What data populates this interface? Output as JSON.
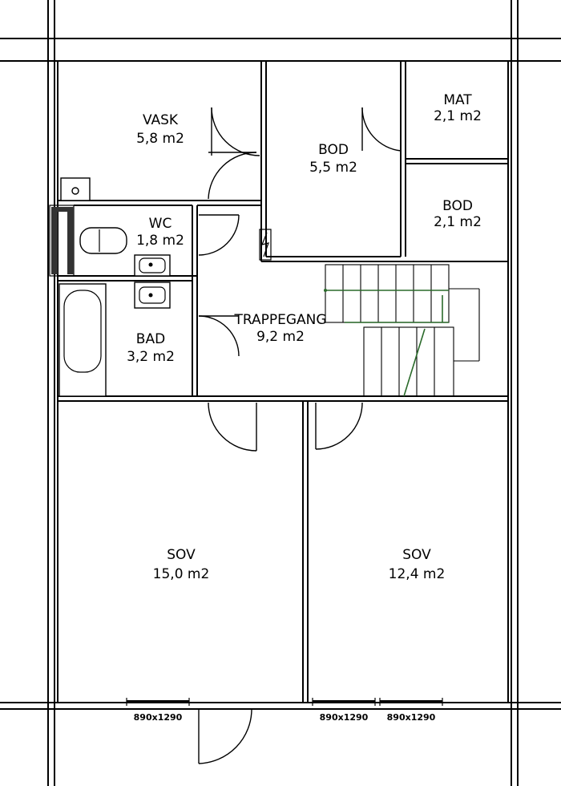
{
  "rooms": [
    {
      "name": "VASK",
      "area": "5,8  m2"
    },
    {
      "name": "BOD",
      "area": "5,5  m2"
    },
    {
      "name": "MAT",
      "area": "2,1  m2"
    },
    {
      "name": "BOD",
      "area": "2,1  m2"
    },
    {
      "name": "WC",
      "area": "1,8  m2"
    },
    {
      "name": "TRAPPEGANG",
      "area": "9,2  m2"
    },
    {
      "name": "BAD",
      "area": "3,2  m2"
    },
    {
      "name": "SOV",
      "area": "15,0  m2"
    },
    {
      "name": "SOV",
      "area": "12,4  m2"
    }
  ],
  "windows": [
    "890x1290",
    "890x1290",
    "890x1290"
  ]
}
